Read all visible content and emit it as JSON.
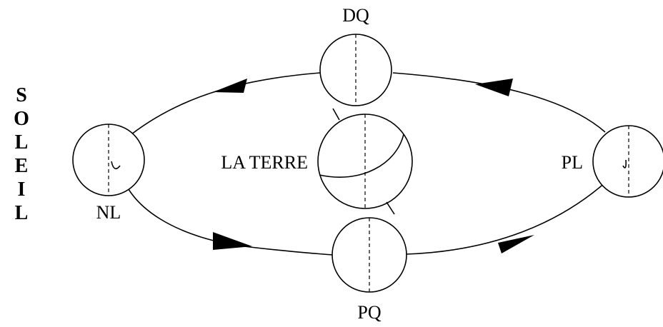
{
  "sun": {
    "letters": [
      "S",
      "O",
      "L",
      "E",
      "I",
      "L"
    ]
  },
  "earth": {
    "label": "LA TERRE"
  },
  "phases": {
    "nl": "NL",
    "pq": "PQ",
    "pl": "PL",
    "dq": "DQ"
  }
}
